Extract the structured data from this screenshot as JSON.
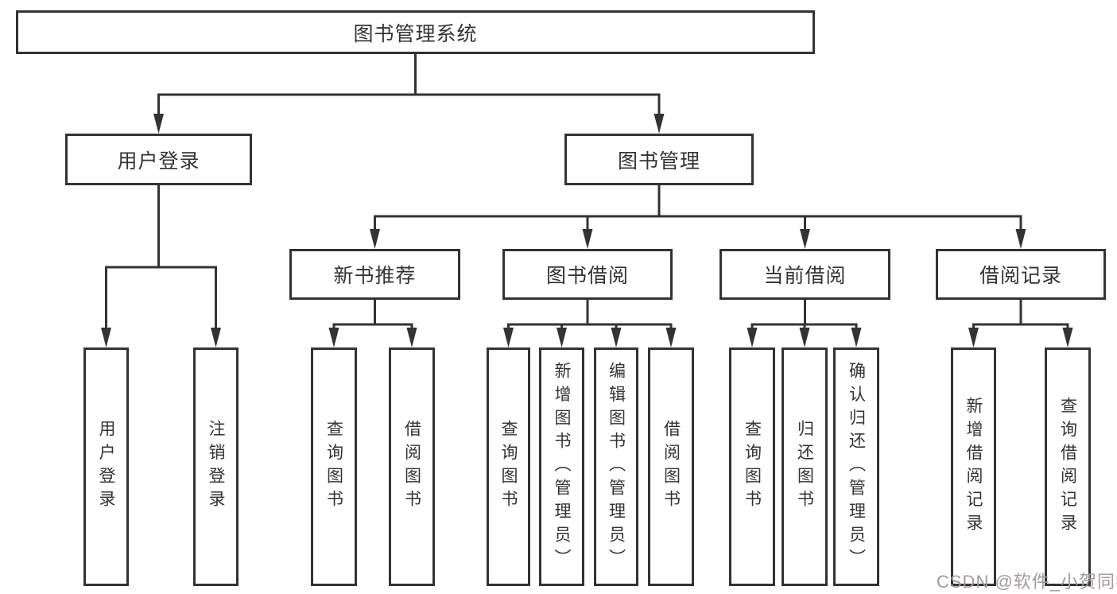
{
  "colors": {
    "line": "#333333",
    "box_border": "#333333",
    "text": "#333333",
    "watermark": "#a39b9b",
    "background": "#ffffff"
  },
  "watermark": {
    "text": "CSDN @软件_小贺同学"
  },
  "nodes": {
    "root": {
      "label": "图书管理系统",
      "children": [
        "user_login",
        "book_mgmt"
      ]
    },
    "user_login": {
      "label": "用户登录",
      "children": [
        "leaf_user_login",
        "leaf_logout"
      ]
    },
    "book_mgmt": {
      "label": "图书管理",
      "children": [
        "new_book",
        "book_borrow",
        "current_borrow",
        "borrow_record"
      ]
    },
    "new_book": {
      "label": "新书推荐",
      "children": [
        "leaf_query_new",
        "leaf_borrow_new"
      ]
    },
    "book_borrow": {
      "label": "图书借阅",
      "children": [
        "leaf_query_borrow",
        "leaf_add_book",
        "leaf_edit_book",
        "leaf_borrow_book"
      ]
    },
    "current_borrow": {
      "label": "当前借阅",
      "children": [
        "leaf_query_current",
        "leaf_return_book",
        "leaf_confirm_return"
      ]
    },
    "borrow_record": {
      "label": "借阅记录",
      "children": [
        "leaf_add_record",
        "leaf_query_record"
      ]
    },
    "leaf_user_login": {
      "label": "用户登录"
    },
    "leaf_logout": {
      "label": "注销登录"
    },
    "leaf_query_new": {
      "label": "查询图书"
    },
    "leaf_borrow_new": {
      "label": "借阅图书"
    },
    "leaf_query_borrow": {
      "label": "查询图书"
    },
    "leaf_add_book": {
      "label": "新增图书（管理员）"
    },
    "leaf_edit_book": {
      "label": "编辑图书（管理员）"
    },
    "leaf_borrow_book": {
      "label": "借阅图书"
    },
    "leaf_query_current": {
      "label": "查询图书"
    },
    "leaf_return_book": {
      "label": "归还图书"
    },
    "leaf_confirm_return": {
      "label": "确认归还（管理员）"
    },
    "leaf_add_record": {
      "label": "新增借阅记录"
    },
    "leaf_query_record": {
      "label": "查询借阅记录"
    }
  }
}
